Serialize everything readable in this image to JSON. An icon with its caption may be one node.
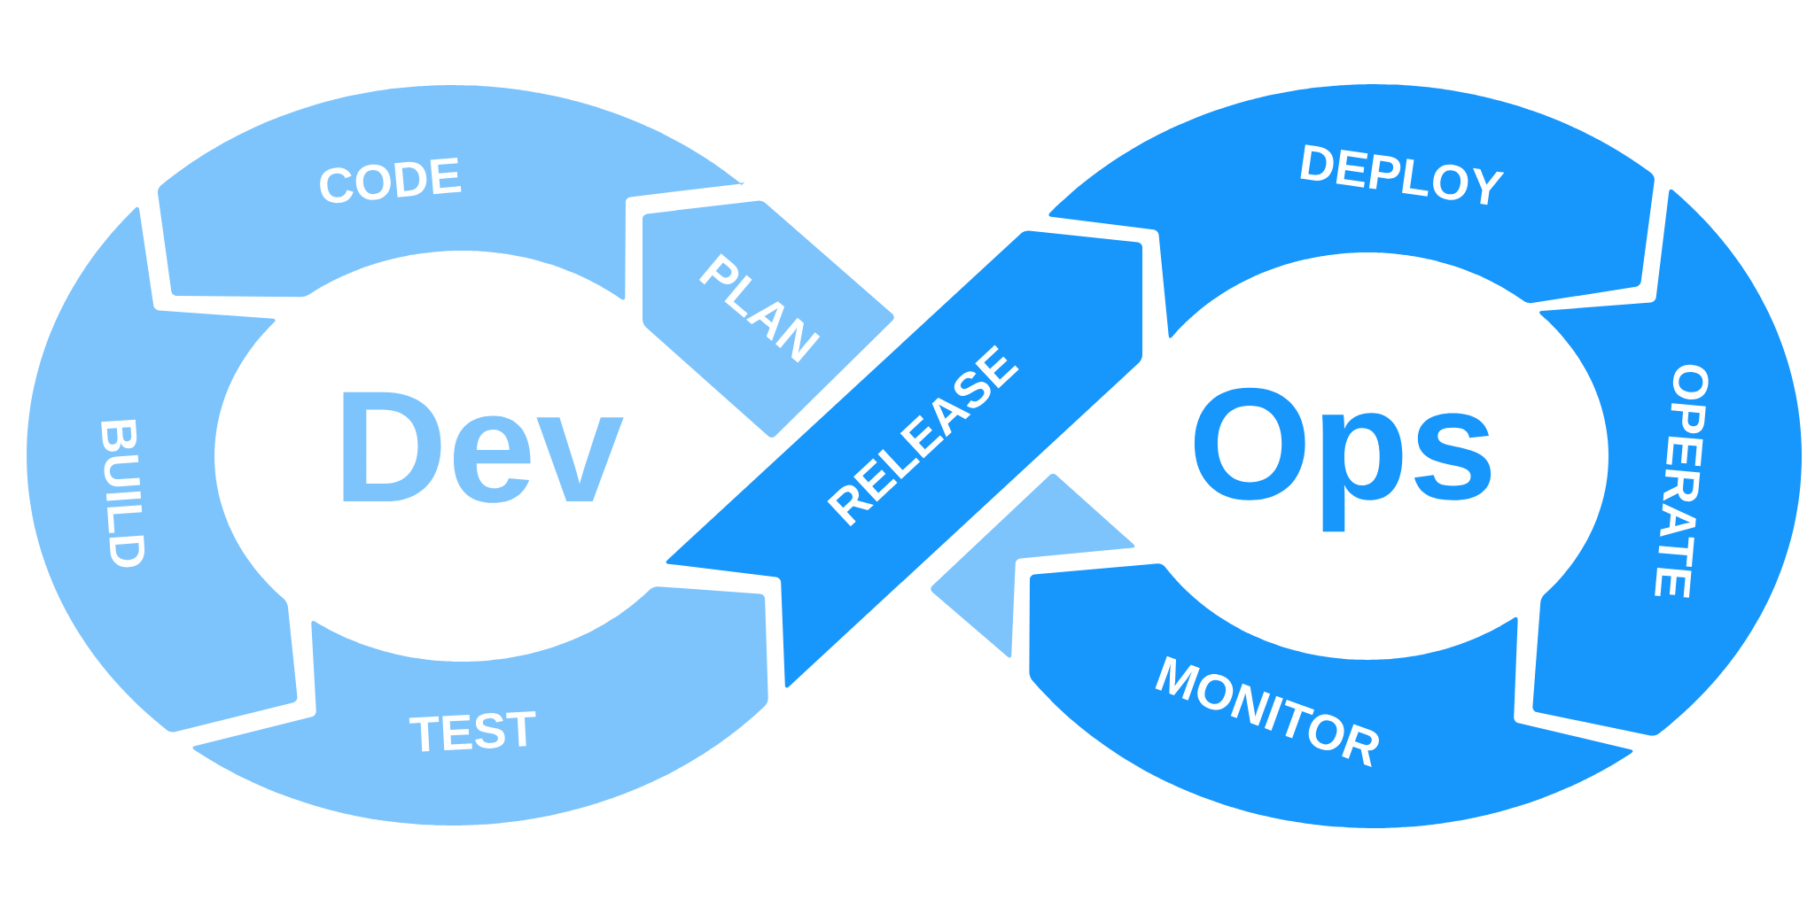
{
  "diagram": {
    "nodes": [
      {
        "text": [
          "PLAN"
        ]
      },
      {
        "text": [
          "CODE"
        ]
      },
      {
        "text": [
          "BUILD"
        ]
      },
      {
        "text": [
          "TEST"
        ]
      },
      {
        "text": [
          "RELEASE"
        ]
      },
      {
        "text": [
          "DEPLOY"
        ]
      },
      {
        "text": [
          "OPERATE"
        ]
      },
      {
        "text": [
          "MONITOR"
        ]
      },
      {
        "text": [],
        "shape": "band"
      }
    ],
    "labels": [
      "Dev",
      "Ops"
    ]
  }
}
